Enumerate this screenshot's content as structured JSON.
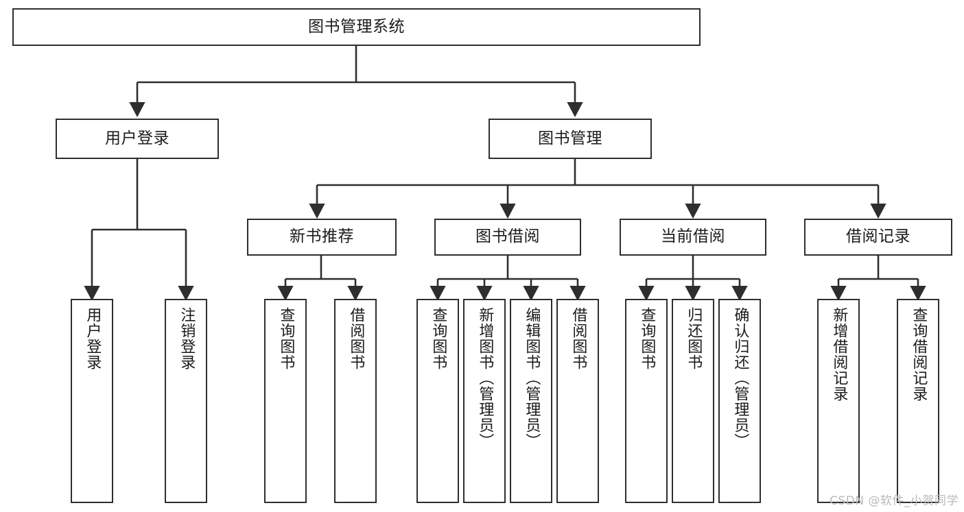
{
  "diagram": {
    "title": "图书管理系统",
    "type": "hierarchy-tree",
    "watermark": "CSDN @软件_小贺同学",
    "colors": {
      "box_border": "#2e2e2e",
      "box_fill": "#ffffff",
      "connector": "#2e2e2e",
      "text": "#1b1b1b",
      "watermark": "#b9b9b9"
    },
    "nodes": {
      "root": {
        "label": "图书管理系统",
        "level": 0,
        "orientation": "horizontal"
      },
      "n_user_login": {
        "label": "用户登录",
        "level": 1,
        "orientation": "horizontal"
      },
      "n_book_mgmt": {
        "label": "图书管理",
        "level": 1,
        "orientation": "horizontal"
      },
      "n_new_book_rec": {
        "label": "新书推荐",
        "level": 2,
        "orientation": "horizontal"
      },
      "n_book_borrow": {
        "label": "图书借阅",
        "level": 2,
        "orientation": "horizontal"
      },
      "n_current_borrow": {
        "label": "当前借阅",
        "level": 2,
        "orientation": "horizontal"
      },
      "n_borrow_record": {
        "label": "借阅记录",
        "level": 2,
        "orientation": "horizontal"
      },
      "l_user_login": {
        "label": "用户登录",
        "level": 3,
        "orientation": "vertical"
      },
      "l_logout": {
        "label": "注销登录",
        "level": 3,
        "orientation": "vertical"
      },
      "l_query_book_1": {
        "label": "查询图书",
        "level": 3,
        "orientation": "vertical"
      },
      "l_borrow_book_1": {
        "label": "借阅图书",
        "level": 3,
        "orientation": "vertical"
      },
      "l_query_book_2": {
        "label": "查询图书",
        "level": 3,
        "orientation": "vertical"
      },
      "l_add_book": {
        "label": "新增图书（管理员）",
        "level": 3,
        "orientation": "vertical"
      },
      "l_edit_book": {
        "label": "编辑图书（管理员）",
        "level": 3,
        "orientation": "vertical"
      },
      "l_borrow_book_2": {
        "label": "借阅图书",
        "level": 3,
        "orientation": "vertical"
      },
      "l_query_book_3": {
        "label": "查询图书",
        "level": 3,
        "orientation": "vertical"
      },
      "l_return_book": {
        "label": "归还图书",
        "level": 3,
        "orientation": "vertical"
      },
      "l_confirm_return": {
        "label": "确认归还（管理员）",
        "level": 3,
        "orientation": "vertical"
      },
      "l_add_record": {
        "label": "新增借阅记录",
        "level": 3,
        "orientation": "vertical"
      },
      "l_query_record": {
        "label": "查询借阅记录",
        "level": 3,
        "orientation": "vertical"
      }
    },
    "edges": [
      {
        "from": "root",
        "to": "n_user_login"
      },
      {
        "from": "root",
        "to": "n_book_mgmt"
      },
      {
        "from": "n_user_login",
        "to": "l_user_login"
      },
      {
        "from": "n_user_login",
        "to": "l_logout"
      },
      {
        "from": "n_book_mgmt",
        "to": "n_new_book_rec"
      },
      {
        "from": "n_book_mgmt",
        "to": "n_book_borrow"
      },
      {
        "from": "n_book_mgmt",
        "to": "n_current_borrow"
      },
      {
        "from": "n_book_mgmt",
        "to": "n_borrow_record"
      },
      {
        "from": "n_new_book_rec",
        "to": "l_query_book_1"
      },
      {
        "from": "n_new_book_rec",
        "to": "l_borrow_book_1"
      },
      {
        "from": "n_book_borrow",
        "to": "l_query_book_2"
      },
      {
        "from": "n_book_borrow",
        "to": "l_add_book"
      },
      {
        "from": "n_book_borrow",
        "to": "l_edit_book"
      },
      {
        "from": "n_book_borrow",
        "to": "l_borrow_book_2"
      },
      {
        "from": "n_current_borrow",
        "to": "l_query_book_3"
      },
      {
        "from": "n_current_borrow",
        "to": "l_return_book"
      },
      {
        "from": "n_current_borrow",
        "to": "l_confirm_return"
      },
      {
        "from": "n_borrow_record",
        "to": "l_add_record"
      },
      {
        "from": "n_borrow_record",
        "to": "l_query_record"
      }
    ]
  }
}
